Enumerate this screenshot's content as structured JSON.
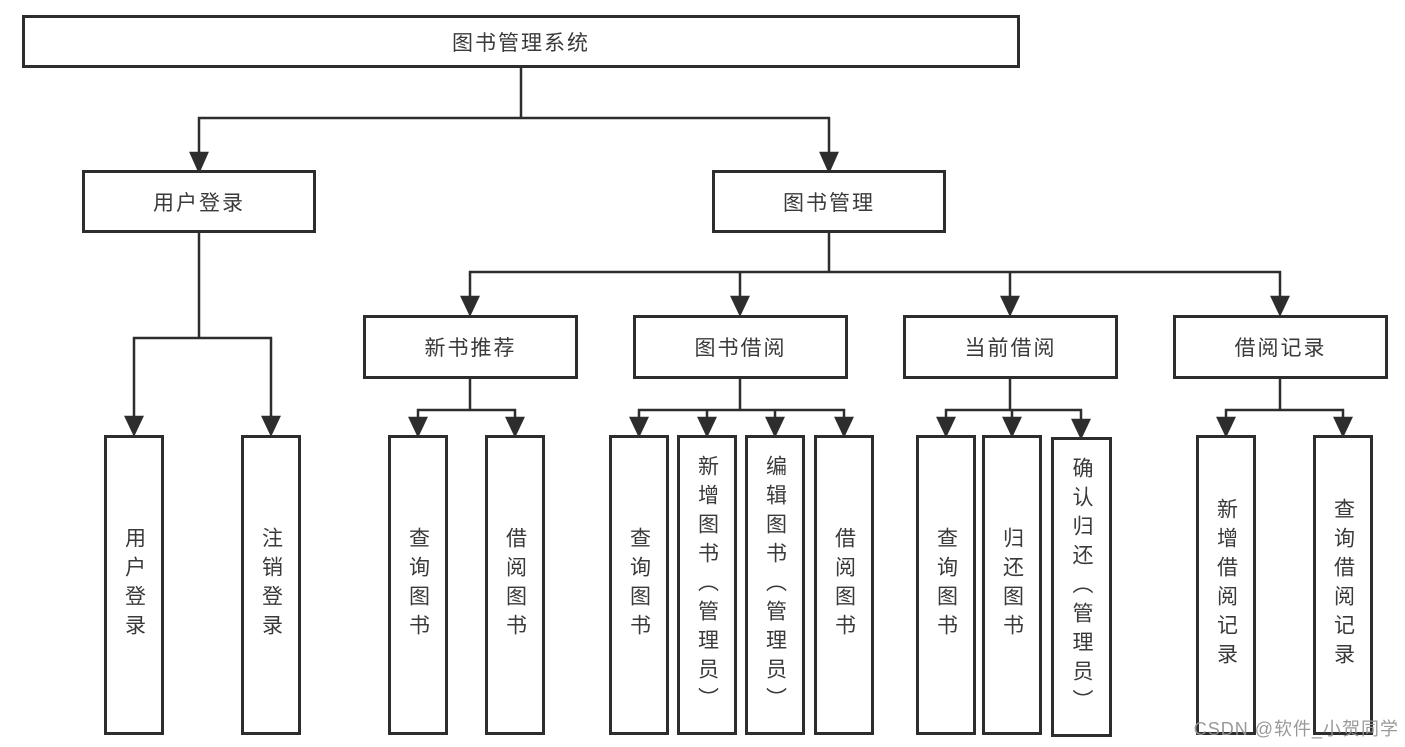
{
  "diagram": {
    "title_node": {
      "label": "图书管理系统"
    },
    "level2": [
      {
        "label": "用户登录"
      },
      {
        "label": "图书管理"
      }
    ],
    "level3": [
      {
        "label": "新书推荐"
      },
      {
        "label": "图书借阅"
      },
      {
        "label": "当前借阅"
      },
      {
        "label": "借阅记录"
      }
    ],
    "leaves": {
      "user_login": [
        "用户登录",
        "注销登录"
      ],
      "new_book": [
        "查询图书",
        "借阅图书"
      ],
      "book_borrow": [
        "查询图书",
        "新增图书（管理员）",
        "编辑图书（管理员）",
        "借阅图书"
      ],
      "current_borrow": [
        "查询图书",
        "归还图书",
        "确认归还（管理员）"
      ],
      "borrow_records": [
        "新增借阅记录",
        "查询借阅记录"
      ]
    },
    "line_color": "#2d2d2d",
    "box_background": "#ffffff",
    "text_color": "#3a3a3a"
  },
  "watermark": {
    "text": "CSDN @软件_小贺同学"
  }
}
